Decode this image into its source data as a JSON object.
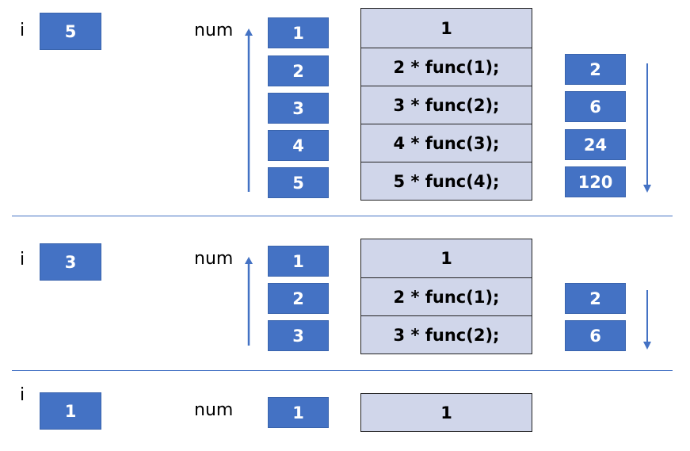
{
  "var_i_label": "i",
  "var_num_label": "num",
  "colors": {
    "box": "#4472c4",
    "stack_cell": "#d0d6ea",
    "divider": "#4472c4",
    "arrow": "#4472c4"
  },
  "sections": [
    {
      "i_value": "5",
      "num_values": [
        "1",
        "2",
        "3",
        "4",
        "5"
      ],
      "stack": [
        "1",
        "2 * func(1);",
        "3 * func(2);",
        "4 * func(3);",
        "5 * func(4);"
      ],
      "results": [
        "2",
        "6",
        "24",
        "120"
      ]
    },
    {
      "i_value": "3",
      "num_values": [
        "1",
        "2",
        "3"
      ],
      "stack": [
        "1",
        "2 * func(1);",
        "3 * func(2);"
      ],
      "results": [
        "2",
        "6"
      ]
    },
    {
      "i_value": "1",
      "num_values": [
        "1"
      ],
      "stack": [
        "1"
      ],
      "results": []
    }
  ]
}
